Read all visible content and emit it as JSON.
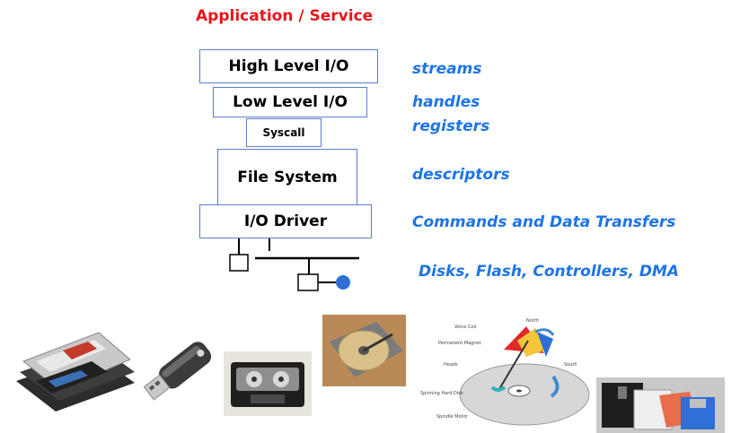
{
  "diagram": {
    "title": "Application / Service",
    "layers": [
      {
        "name": "High Level I/O",
        "label": "streams"
      },
      {
        "name": "Low Level I/O",
        "label": "handles"
      },
      {
        "name": "Syscall",
        "label": "registers"
      },
      {
        "name": "File System",
        "label": "descriptors"
      },
      {
        "name": "I/O Driver",
        "label": "Commands and Data Transfers"
      }
    ],
    "bus_label": "Disks, Flash, Controllers, DMA"
  },
  "images": [
    {
      "icon": "ssd-drives-photo"
    },
    {
      "icon": "usb-flash-drive-photo"
    },
    {
      "icon": "cassette-tape-photo"
    },
    {
      "icon": "open-hard-disk-photo"
    },
    {
      "icon": "hard-disk-diagram-photo",
      "labels": [
        "Voice Coil",
        "North",
        "Permanent Magnet",
        "South",
        "Heads",
        "Spinning Hard Disk",
        "Spindle Motor"
      ]
    },
    {
      "icon": "floppy-disks-photo"
    }
  ],
  "colors": {
    "title": "#e8151b",
    "label": "#1e74e5",
    "box_border": "#5b7ec6",
    "bus": "#000000",
    "device_dot": "#2f6fd6"
  }
}
